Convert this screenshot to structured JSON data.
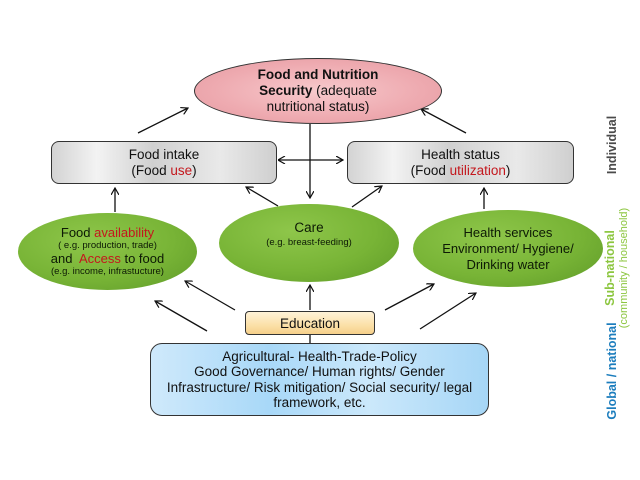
{
  "diagram": {
    "title": "Food and Nutrition Security framework",
    "nodes": {
      "fns": {
        "line1_bold": "Food and Nutrition",
        "line2_bold": "Security",
        "line2_rest": " (adequate",
        "line3": "nutritional status)"
      },
      "food_intake": {
        "line1": "Food intake",
        "line2_pre": "(Food ",
        "line2_red": "use",
        "line2_post": ")"
      },
      "health_status": {
        "line1": "Health status",
        "line2_pre": "(Food ",
        "line2_red": "utilization",
        "line2_post": ")"
      },
      "availability": {
        "line1_pre": "Food ",
        "line1_red": "availability",
        "line2": "( e.g. production, trade)",
        "line3_pre": "and  ",
        "line3_red": "Access",
        "line3_post": " to food",
        "line4": "(e.g. income, infrastucture)"
      },
      "care": {
        "line1": "Care",
        "line2": "(e.g. breast-feeding)"
      },
      "health_services": {
        "line1": "Health services",
        "line2": "Environment/ Hygiene/",
        "line3": "Drinking water"
      },
      "education": {
        "label": "Education"
      },
      "global": {
        "line1": "Agricultural- Health-Trade-Policy",
        "line2": "Good Governance/ Human rights/ Gender",
        "line3": "Infrastructure/ Risk mitigation/ Social security/ legal",
        "line4": "framework, etc."
      }
    },
    "levels": {
      "individual": "Individual",
      "subnational_1": "Sub-national",
      "subnational_2": "(community / household)",
      "global": "Global / national"
    },
    "colors": {
      "red_text": "#c4171d",
      "fns_fill": "#eeaab0",
      "green_fill": "#78b436",
      "education_fill": "#fbe0a8",
      "global_fill": "#a8d8f8",
      "individual_label": "#4a4a4a",
      "subnational_label": "#8cc63f",
      "global_label": "#1c7dbd"
    }
  }
}
